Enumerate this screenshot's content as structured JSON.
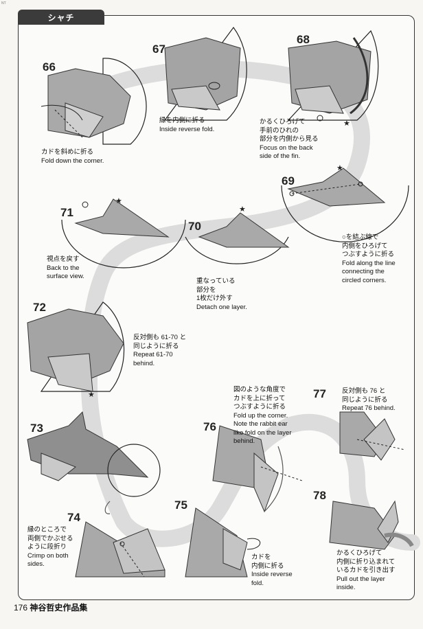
{
  "header": {
    "title": "シャチ",
    "edge_mark": "NT"
  },
  "steps": [
    {
      "num": "66",
      "jp": [
        "カドを斜めに折る"
      ],
      "en": [
        "Fold down the corner."
      ]
    },
    {
      "num": "67",
      "jp": [
        "縁を内側に折る"
      ],
      "en": [
        "Inside reverse fold."
      ]
    },
    {
      "num": "68",
      "jp": [
        "かるくひろげて",
        "手前のひれの",
        "部分を内側から見る"
      ],
      "en": [
        "Focus on the back",
        "side of the fin."
      ]
    },
    {
      "num": "69",
      "jp": [
        "○を結ぶ線で",
        "内側をひろげて",
        "つぶすように折る"
      ],
      "en": [
        "Fold along the line",
        "connecting the",
        "circled corners."
      ]
    },
    {
      "num": "70",
      "jp": [
        "重なっている",
        "部分を",
        "1枚だけ外す"
      ],
      "en": [
        "Detach one layer."
      ]
    },
    {
      "num": "71",
      "jp": [
        "視点を戻す"
      ],
      "en": [
        "Back to the",
        "surface view."
      ]
    },
    {
      "num": "72",
      "jp": [
        "反対側も 61-70 と",
        "同じように折る"
      ],
      "en": [
        "Repeat 61-70",
        "behind."
      ]
    },
    {
      "num": "73",
      "jp": [],
      "en": []
    },
    {
      "num": "74",
      "jp": [
        "縁のところで",
        "両側でかぶせる",
        "ように段折り"
      ],
      "en": [
        "Crimp on both",
        "sides."
      ]
    },
    {
      "num": "75",
      "jp": [
        "カドを",
        "内側に折る"
      ],
      "en": [
        "Inside reverse",
        "fold."
      ]
    },
    {
      "num": "76",
      "jp": [
        "図のような角度で",
        "カドを上に折って",
        "つぶすように折る"
      ],
      "en": [
        "Fold up the corner.",
        "Note the rabbit ear",
        "like fold on the layer",
        "behind."
      ]
    },
    {
      "num": "77",
      "jp": [
        "反対側も 76 と",
        "同じように折る"
      ],
      "en": [
        "Repeat 76 behind."
      ]
    },
    {
      "num": "78",
      "jp": [
        "かるくひろげて",
        "内側に折り込まれて",
        "いるカドを引き出す"
      ],
      "en": [
        "Pull out the layer",
        "inside."
      ]
    }
  ],
  "footer": {
    "page_number": "176",
    "book_title": "神谷哲史作品集"
  }
}
